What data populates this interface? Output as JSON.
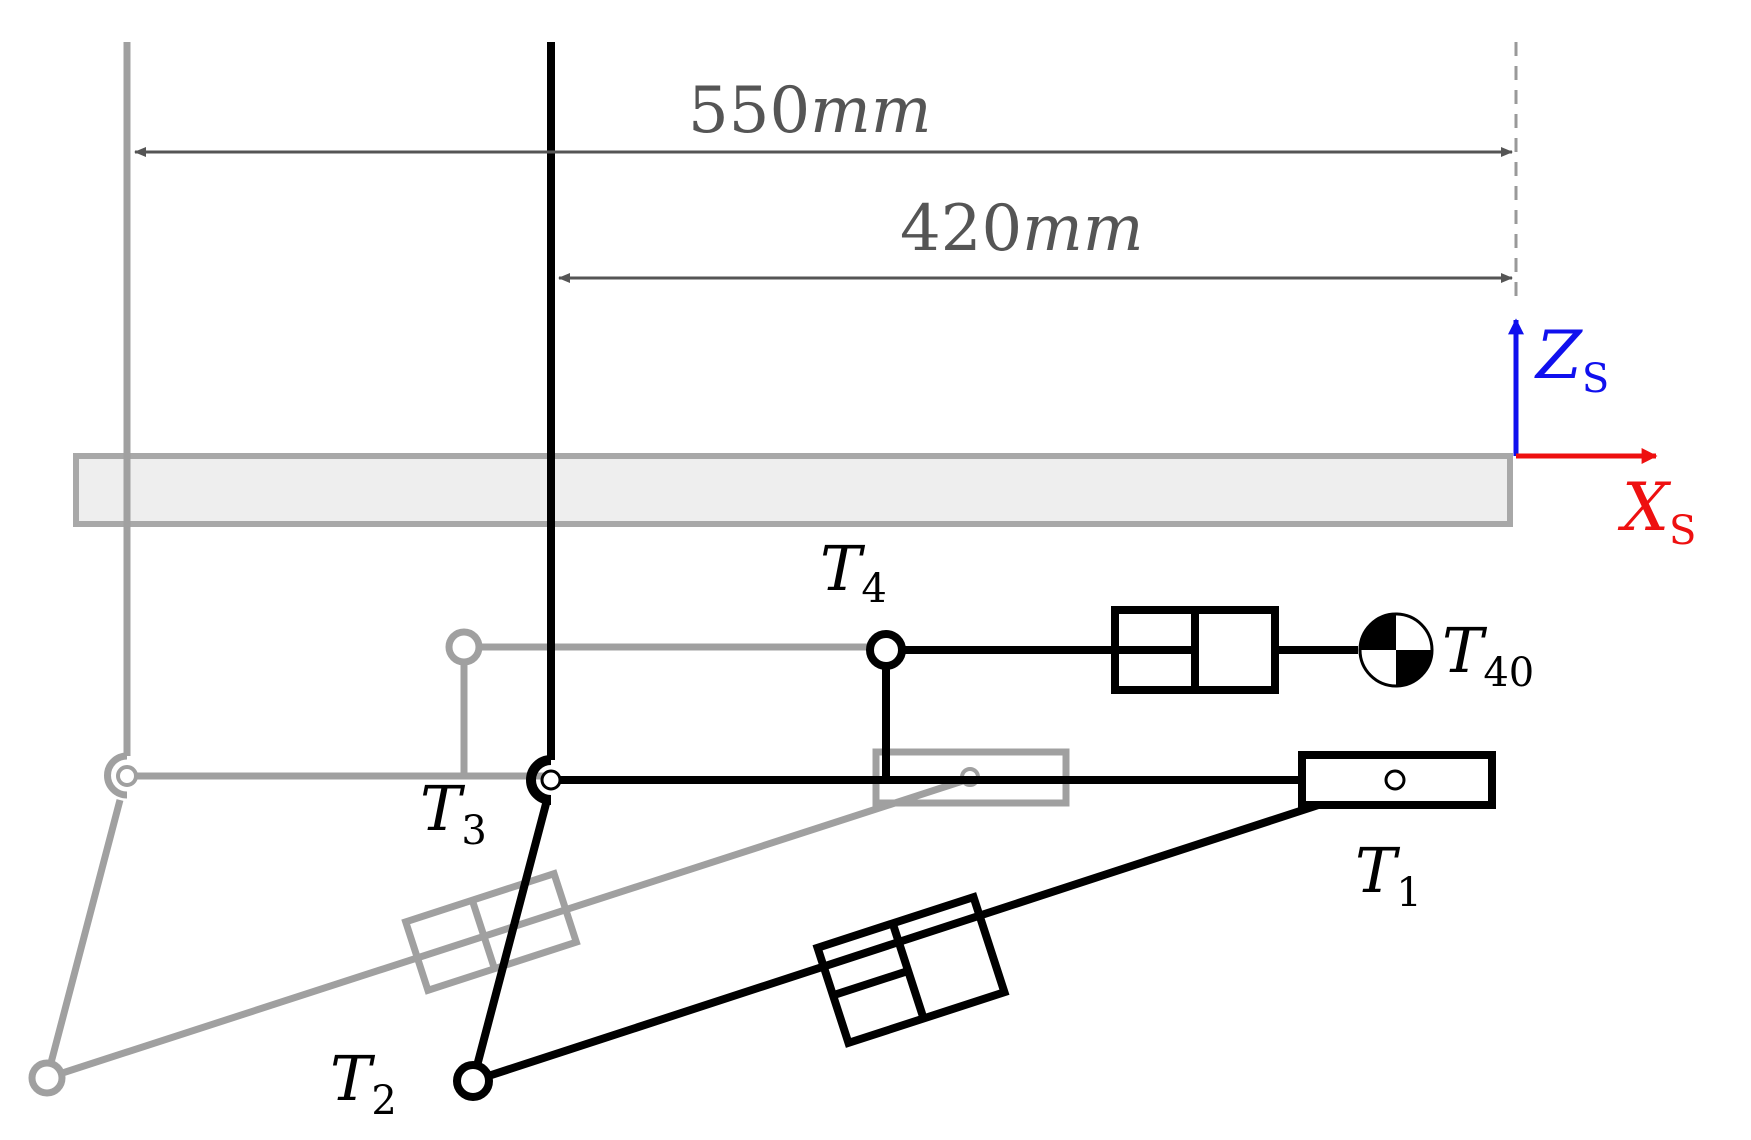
{
  "dimensions": {
    "outer": {
      "value": "550",
      "unit": "mm"
    },
    "inner": {
      "value": "420",
      "unit": "mm"
    }
  },
  "axes": {
    "z": {
      "letter": "Z",
      "sub": "S",
      "color": "#1010ee"
    },
    "x": {
      "letter": "X",
      "sub": "S",
      "color": "#ee1010"
    }
  },
  "joints": {
    "t1": {
      "letter": "T",
      "sub": "1"
    },
    "t2": {
      "letter": "T",
      "sub": "2"
    },
    "t3": {
      "letter": "T",
      "sub": "3"
    },
    "t4": {
      "letter": "T",
      "sub": "4"
    },
    "t40": {
      "letter": "T",
      "sub": "40"
    }
  },
  "colors": {
    "mechanism": "#000000",
    "ghost": "#a0a0a0",
    "frame_bar_fill": "#eeeeee",
    "dimension_line": "#555555"
  }
}
